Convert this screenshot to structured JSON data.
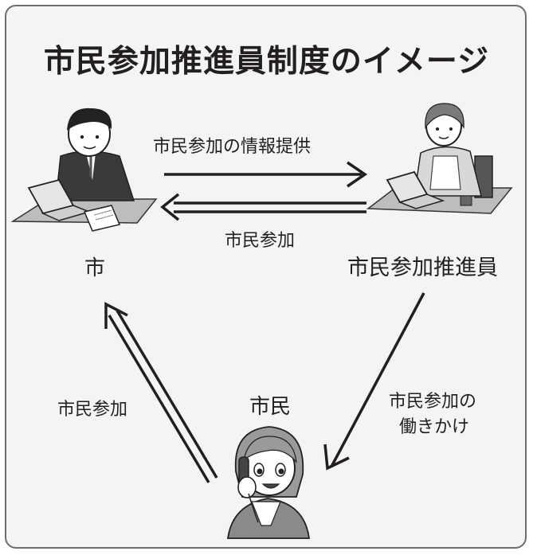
{
  "title": "市民参加推進員制度のイメージ",
  "nodes": {
    "city": "市",
    "promoter": "市民参加推進員",
    "citizen": "市民"
  },
  "arrows": {
    "city_to_promoter": "市民参加の情報提供",
    "promoter_to_city": "市民参加",
    "citizen_to_city": "市民参加",
    "promoter_to_citizen_line1": "市民参加の",
    "promoter_to_citizen_line2": "働きかけ"
  },
  "icons": [
    "office-worker-at-laptop-icon",
    "woman-at-laptop-icon",
    "woman-on-phone-icon"
  ]
}
